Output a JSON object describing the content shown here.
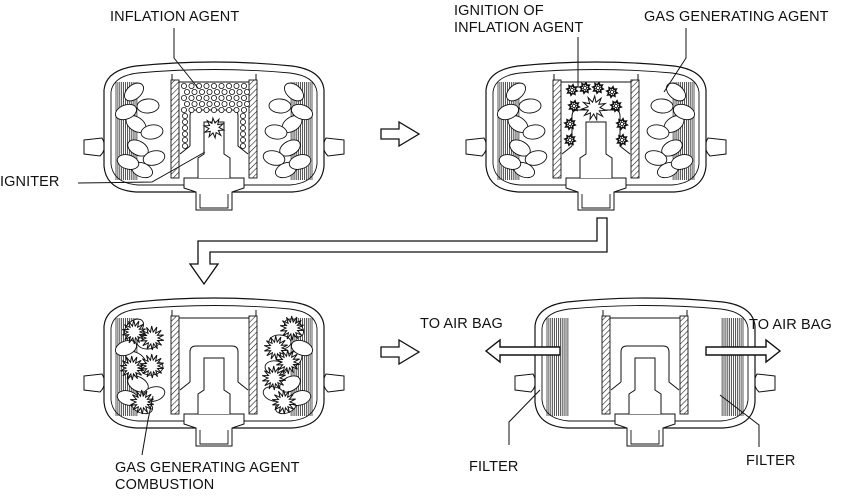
{
  "diagram": {
    "title": "Inflator operation sequence",
    "stroke_color": "#111111",
    "background": "#ffffff",
    "panels": [
      {
        "id": "stage-1",
        "state": "igniter fires",
        "labels": {
          "inflation_agent": "INFLATION AGENT",
          "igniter": "IGNITER"
        }
      },
      {
        "id": "stage-2",
        "state": "inflation agent ignites",
        "labels": {
          "ignition_line1": "IGNITION OF",
          "ignition_line2": "INFLATION AGENT",
          "gas_generating_agent": "GAS GENERATING AGENT"
        }
      },
      {
        "id": "stage-3",
        "state": "gas generating agent burns",
        "labels": {
          "combustion_line1": "GAS GENERATING AGENT",
          "combustion_line2": "COMBUSTION"
        }
      },
      {
        "id": "stage-4",
        "state": "gas flows through filters to air bag",
        "labels": {
          "to_air_bag_left": "TO AIR BAG",
          "to_air_bag_right": "TO AIR BAG",
          "filter_left": "FILTER",
          "filter_right": "FILTER"
        }
      }
    ],
    "flow_arrows": [
      {
        "from": "stage-1",
        "to": "stage-2",
        "icon": "hollow-right-arrow"
      },
      {
        "from": "stage-2",
        "to": "stage-3",
        "icon": "hollow-elbow-down-arrow"
      },
      {
        "from": "stage-3",
        "to": "stage-4",
        "icon": "hollow-right-arrow"
      }
    ]
  }
}
